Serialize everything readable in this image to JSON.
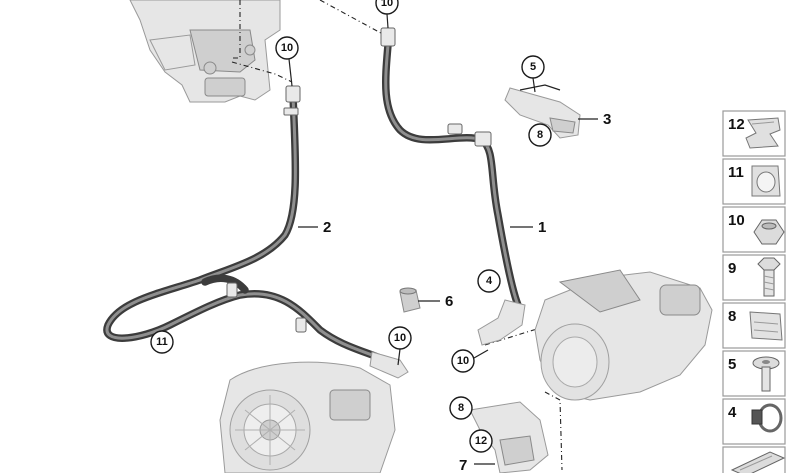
{
  "callouts": [
    {
      "id": "c10-top",
      "label": "10"
    },
    {
      "id": "c10-left",
      "label": "10"
    },
    {
      "id": "c5",
      "label": "5"
    },
    {
      "id": "c8-bracket",
      "label": "8"
    },
    {
      "id": "c4",
      "label": "4"
    },
    {
      "id": "c11",
      "label": "11"
    },
    {
      "id": "c10-mid",
      "label": "10"
    },
    {
      "id": "c10-starter",
      "label": "10"
    },
    {
      "id": "c8-lower",
      "label": "8"
    },
    {
      "id": "c12",
      "label": "12"
    }
  ],
  "part_labels": [
    {
      "id": "p1",
      "label": "1"
    },
    {
      "id": "p2",
      "label": "2"
    },
    {
      "id": "p3",
      "label": "3"
    },
    {
      "id": "p6",
      "label": "6"
    },
    {
      "id": "p7",
      "label": "7"
    }
  ],
  "legend": [
    {
      "number": "12",
      "icon": "clip-icon"
    },
    {
      "number": "11",
      "icon": "cable-holder-icon"
    },
    {
      "number": "10",
      "icon": "hex-nut-icon"
    },
    {
      "number": "9",
      "icon": "hex-bolt-icon"
    },
    {
      "number": "8",
      "icon": "spring-clip-icon"
    },
    {
      "number": "5",
      "icon": "torx-screw-icon"
    },
    {
      "number": "4",
      "icon": "cable-strap-icon"
    },
    {
      "number": "",
      "icon": "gasket-icon"
    }
  ]
}
